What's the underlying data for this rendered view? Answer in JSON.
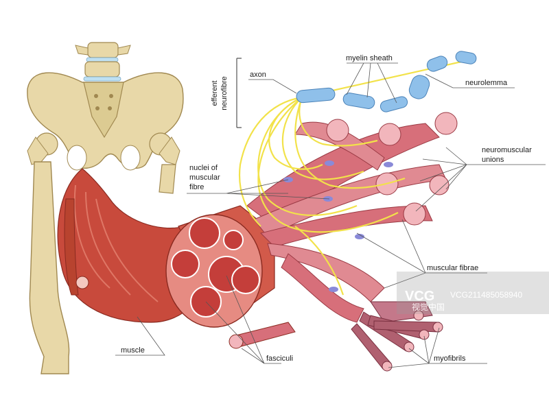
{
  "labels": {
    "efferent_neurofibre_line1": "efferent",
    "efferent_neurofibre_line2": "neurofibre",
    "axon": "axon",
    "myelin_sheath": "myelin sheath",
    "neurolemma": "neurolemma",
    "neuromuscular_unions_line1": "neuromuscular",
    "neuromuscular_unions_line2": "unions",
    "nuclei_line1": "nuclei of",
    "nuclei_line2": "muscular",
    "nuclei_line3": "fibre",
    "muscular_fibrae": "muscular fibrae",
    "muscle": "muscle",
    "fasciculi": "fasciculi",
    "myofibrils": "myofibrils"
  },
  "watermark": {
    "logo": "VCG",
    "site": "视觉中国",
    "id": "VCG211485058940"
  },
  "colors": {
    "bone": "#e8d8a8",
    "bone_edge": "#a08850",
    "muscle": "#c84a3c",
    "muscle_light": "#e88a78",
    "fibre": "#d76f7a",
    "fibre_light": "#f2b6bc",
    "nerve": "#f2e24a",
    "myelin": "#8fc0ea",
    "disc": "#bfe0f2",
    "nucleus": "#8a8ad8",
    "leader": "#555555"
  }
}
